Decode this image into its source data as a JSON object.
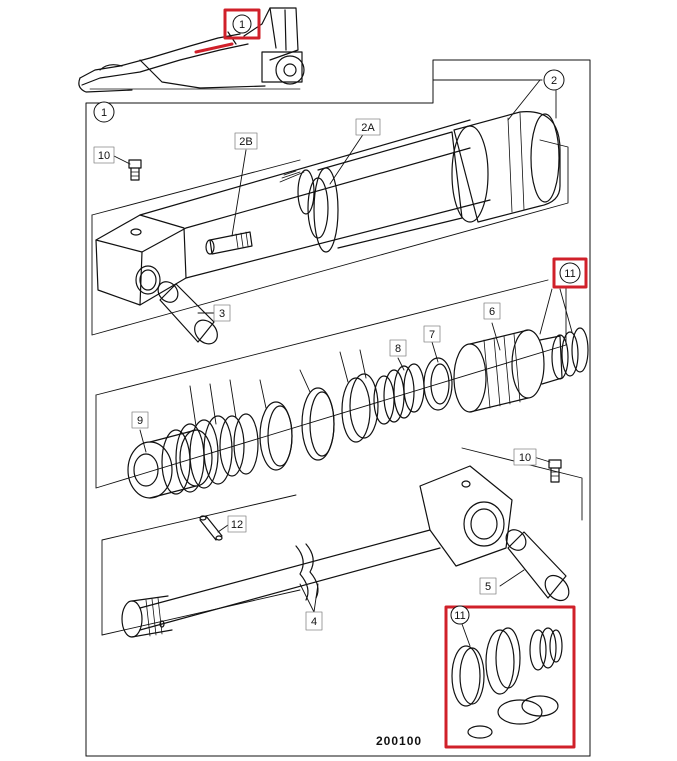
{
  "labels": {
    "l1_top": "1",
    "l1": "1",
    "l2": "2",
    "l2a": "2A",
    "l2b": "2B",
    "l3": "3",
    "l4": "4",
    "l5": "5",
    "l6": "6",
    "l7": "7",
    "l8": "8",
    "l9": "9",
    "l10a": "10",
    "l10b": "10",
    "l11a": "11",
    "l11b": "11",
    "l12": "12"
  },
  "figure_number": "200100",
  "colors": {
    "highlight": "#d0202a",
    "line": "#111111"
  }
}
